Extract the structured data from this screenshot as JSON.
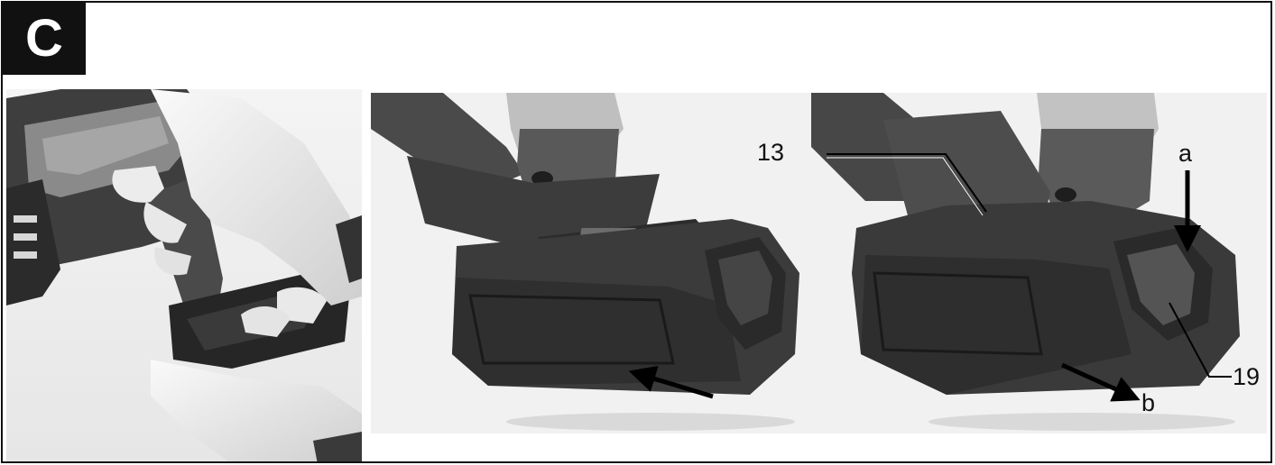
{
  "figure": {
    "label": "C",
    "photos": [
      {
        "name": "hand-inserting-battery"
      },
      {
        "name": "battery-slide-on"
      },
      {
        "name": "battery-release"
      }
    ],
    "callouts": {
      "part_13": "13",
      "part_19": "19",
      "arrow_a": "a",
      "arrow_b": "b"
    }
  }
}
